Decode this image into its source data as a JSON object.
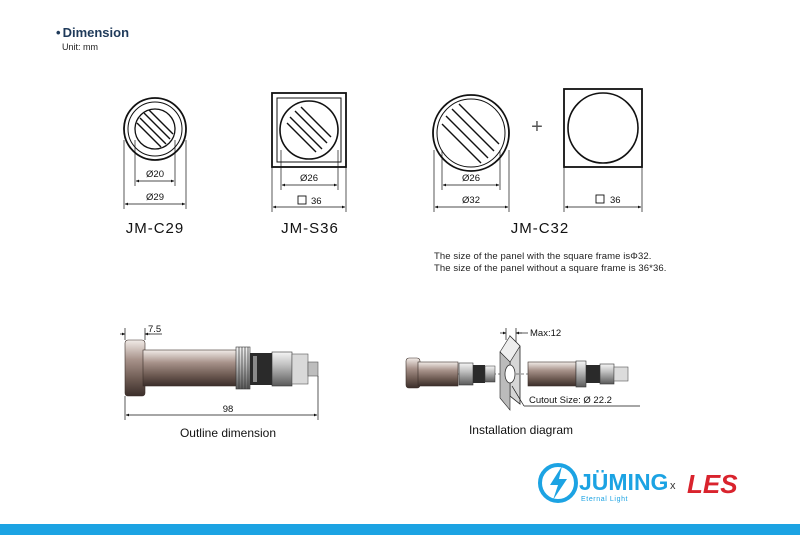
{
  "header": {
    "title": "Dimension",
    "unit": "Unit: mm"
  },
  "models": {
    "c29": {
      "name": "JM-C29",
      "inner_dim": "Ø20",
      "outer_dim": "Ø29"
    },
    "s36": {
      "name": "JM-S36",
      "inner_dim": "Ø26",
      "square_dim": "36"
    },
    "c32": {
      "name": "JM-C32",
      "inner_dim": "Ø26",
      "outer_dim": "Ø32",
      "square_dim": "36",
      "plus": "+"
    }
  },
  "notes": {
    "line1": "The size of the panel with the square frame isΦ32.",
    "line2": "The size of the panel without a square frame is 36*36."
  },
  "outline": {
    "caption": "Outline dimension",
    "head_dim": "7.5",
    "length_dim": "98"
  },
  "installation": {
    "caption": "Installation diagram",
    "max_label": "Max:12",
    "cutout_label": "Cutout Size: Ø 22.2"
  },
  "brand": {
    "name": "JÜMING",
    "tagline": "Eternal Light",
    "separator": "x",
    "partner": "LES",
    "primary_color": "#1ca3e3",
    "partner_color": "#d9232d",
    "logo_icon": "lightning-bolt-icon"
  },
  "colors": {
    "footer_bar": "#1ca3e3",
    "title": "#1f3a5a"
  }
}
